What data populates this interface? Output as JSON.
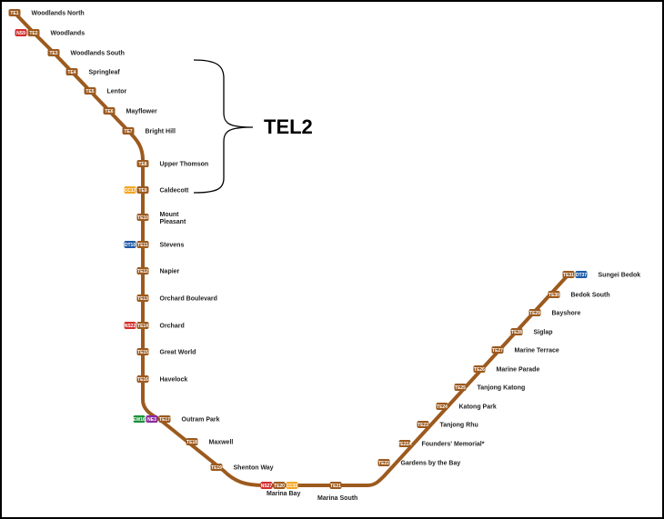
{
  "line_color": "#9c5a1e",
  "callout": {
    "text": "TEL2"
  },
  "line_colors": {
    "TE": "#9c5a1e",
    "NS": "#d42e2e",
    "CC": "#f5a623",
    "DT": "#1f5aa6",
    "EW": "#19923a",
    "NE": "#8b2a9b"
  },
  "stations": [
    {
      "name": "Woodlands North",
      "codes": [
        "TE1"
      ]
    },
    {
      "name": "Woodlands",
      "codes": [
        "NS9",
        "TE2"
      ]
    },
    {
      "name": "Woodlands South",
      "codes": [
        "TE3"
      ]
    },
    {
      "name": "Springleaf",
      "codes": [
        "TE4"
      ]
    },
    {
      "name": "Lentor",
      "codes": [
        "TE5"
      ]
    },
    {
      "name": "Mayflower",
      "codes": [
        "TE6"
      ]
    },
    {
      "name": "Bright Hill",
      "codes": [
        "TE7"
      ]
    },
    {
      "name": "Upper Thomson",
      "codes": [
        "TE8"
      ]
    },
    {
      "name": "Caldecott",
      "codes": [
        "CC17",
        "TE9"
      ]
    },
    {
      "name": "Mount Pleasant",
      "codes": [
        "TE10"
      ]
    },
    {
      "name": "Stevens",
      "codes": [
        "DT10",
        "TE11"
      ]
    },
    {
      "name": "Napier",
      "codes": [
        "TE12"
      ]
    },
    {
      "name": "Orchard Boulevard",
      "codes": [
        "TE13"
      ]
    },
    {
      "name": "Orchard",
      "codes": [
        "NS22",
        "TE14"
      ]
    },
    {
      "name": "Great World",
      "codes": [
        "TE15"
      ]
    },
    {
      "name": "Havelock",
      "codes": [
        "TE16"
      ]
    },
    {
      "name": "Outram Park",
      "codes": [
        "EW16",
        "NE3",
        "TE17"
      ]
    },
    {
      "name": "Maxwell",
      "codes": [
        "TE18"
      ]
    },
    {
      "name": "Shenton Way",
      "codes": [
        "TE19"
      ]
    },
    {
      "name": "Marina Bay",
      "codes": [
        "NS27",
        "TE20",
        "CC33"
      ]
    },
    {
      "name": "Marina South",
      "codes": [
        "TE21"
      ]
    },
    {
      "name": "Gardens by the Bay",
      "codes": [
        "TE22"
      ]
    },
    {
      "name": "Founders' Memorial*",
      "codes": [
        "TE22A"
      ]
    },
    {
      "name": "Tanjong Rhu",
      "codes": [
        "TE23"
      ]
    },
    {
      "name": "Katong Park",
      "codes": [
        "TE24"
      ]
    },
    {
      "name": "Tanjong Katong",
      "codes": [
        "TE25"
      ]
    },
    {
      "name": "Marine Parade",
      "codes": [
        "TE26"
      ]
    },
    {
      "name": "Marine Terrace",
      "codes": [
        "TE27"
      ]
    },
    {
      "name": "Siglap",
      "codes": [
        "TE28"
      ]
    },
    {
      "name": "Bayshore",
      "codes": [
        "TE29"
      ]
    },
    {
      "name": "Bedok South",
      "codes": [
        "TE30"
      ]
    },
    {
      "name": "Sungei Bedok",
      "codes": [
        "TE31",
        "DT37"
      ]
    }
  ]
}
